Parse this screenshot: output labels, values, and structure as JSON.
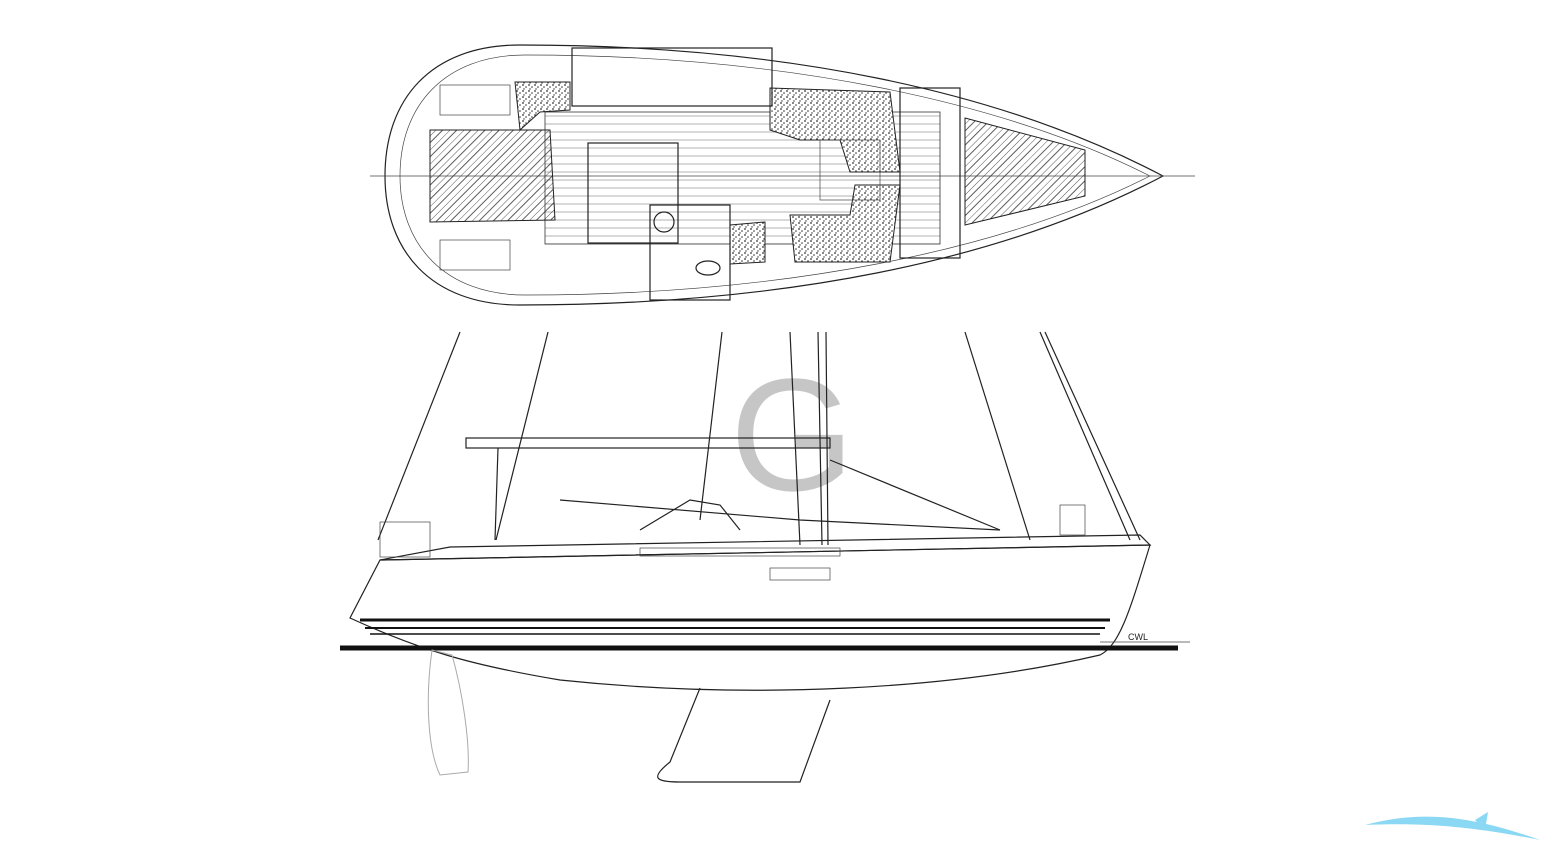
{
  "drawing": {
    "plan_view": {
      "label": ""
    },
    "profile_view": {
      "waterline_label": "CWL"
    },
    "watermark_logo": "G",
    "brand_mark": "boat-logo-wave"
  },
  "colors": {
    "lines": "#222222",
    "watermark": "#bdbdbd",
    "brand": "#5bc8f0"
  }
}
